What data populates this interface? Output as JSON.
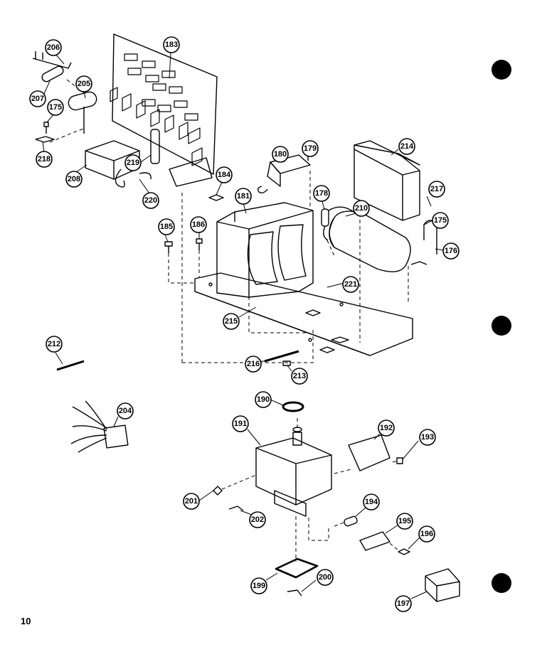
{
  "page": {
    "number": "10"
  },
  "callouts": {
    "c206": "206",
    "c183": "183",
    "c207": "207",
    "c205": "205",
    "c175a": "175",
    "c218": "218",
    "c208": "208",
    "c219": "219",
    "c220": "220",
    "c184": "184",
    "c180": "180",
    "c179": "179",
    "c214": "214",
    "c178": "178",
    "c181": "181",
    "c210": "210",
    "c217": "217",
    "c175b": "175",
    "c176": "176",
    "c185": "185",
    "c186": "186",
    "c221": "221",
    "c215": "215",
    "c212": "212",
    "c216": "216",
    "c213": "213",
    "c190": "190",
    "c204": "204",
    "c191": "191",
    "c192": "192",
    "c193": "193",
    "c201": "201",
    "c202": "202",
    "c194": "194",
    "c195": "195",
    "c196": "196",
    "c199": "199",
    "c200": "200",
    "c197": "197"
  }
}
